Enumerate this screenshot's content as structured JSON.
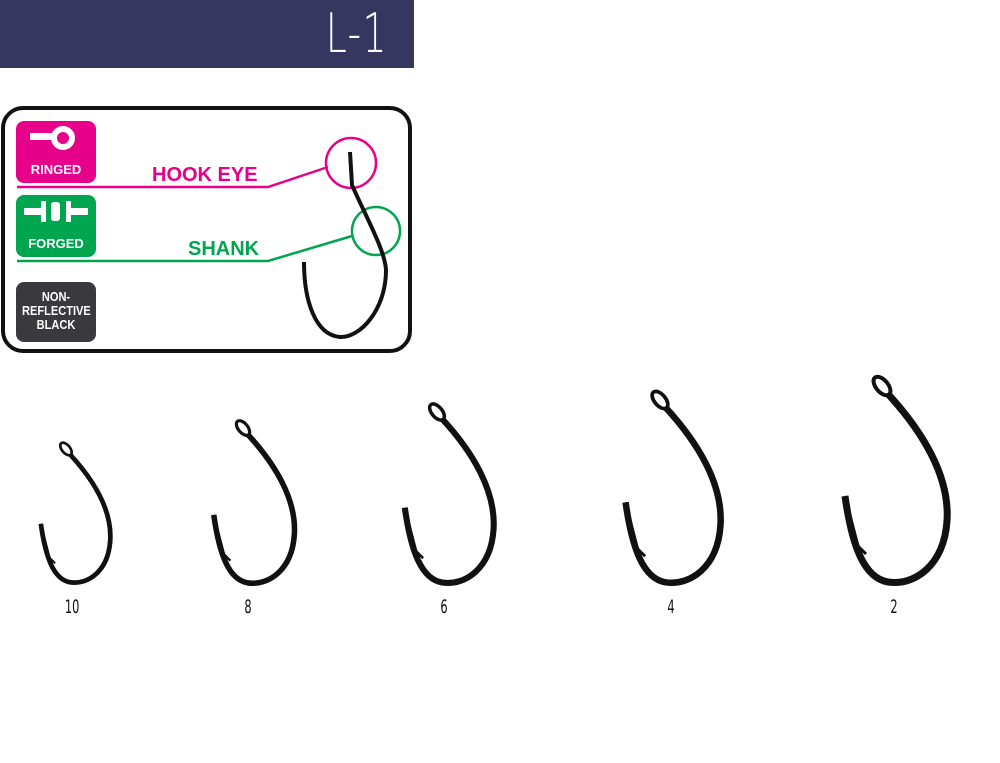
{
  "title": "L-1",
  "legend": {
    "badges": [
      {
        "label": "RINGED",
        "color": "#e6008a"
      },
      {
        "label": "FORGED",
        "color": "#00a550"
      },
      {
        "label": "NON-\nREFLECTIVE\nBLACK",
        "color": "#3a393d"
      }
    ],
    "callouts": [
      {
        "label": "HOOK EYE",
        "color": "#e6008a"
      },
      {
        "label": "SHANK",
        "color": "#00a550"
      }
    ]
  },
  "sizes": [
    "10",
    "8",
    "6",
    "4",
    "2"
  ]
}
